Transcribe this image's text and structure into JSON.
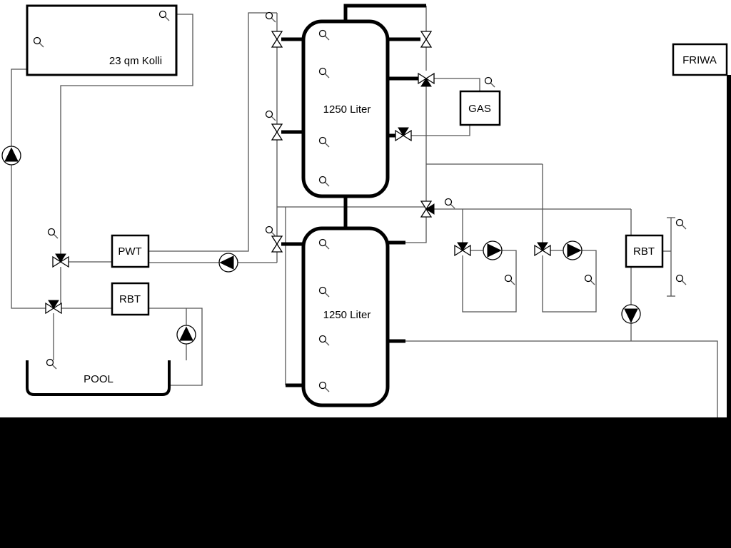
{
  "diagram": {
    "collector": {
      "label": "23 qm Kolli"
    },
    "buffer_tank_top": {
      "label": "1250 Liter"
    },
    "buffer_tank_bottom": {
      "label": "1250 Liter"
    },
    "gas_boiler": {
      "label": "GAS"
    },
    "friwa_module": {
      "label": "FRIWA"
    },
    "pool_heat_exchanger": {
      "label": "PWT"
    },
    "rbt_left": {
      "label": "RBT"
    },
    "rbt_right": {
      "label": "RBT"
    },
    "pool": {
      "label": "POOL"
    },
    "colors": {
      "background": "#ffffff",
      "thin_line": "#555555",
      "pipe": "#000000",
      "footer": "#000000"
    }
  }
}
